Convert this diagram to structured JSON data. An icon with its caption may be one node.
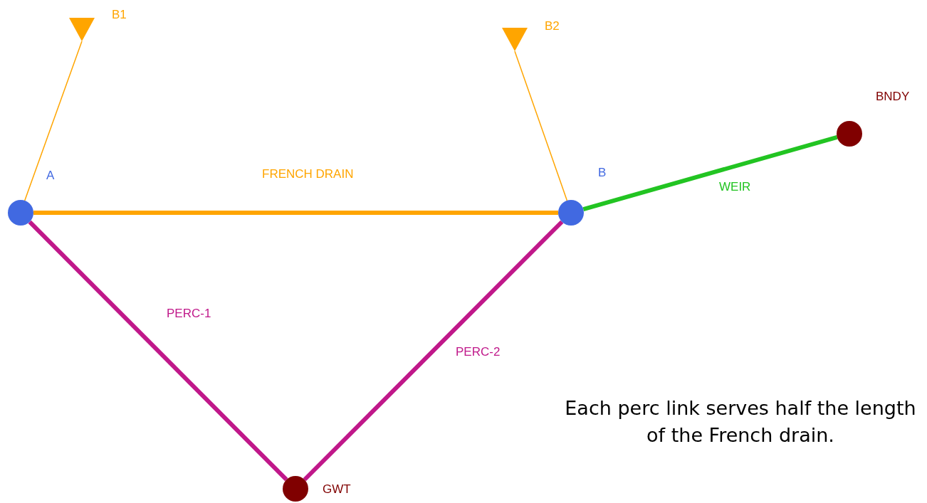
{
  "diagram": {
    "nodes": [
      {
        "text": [],
        "shape": "triangle",
        "beside": [
          "B1"
        ]
      },
      {
        "text": [],
        "shape": "triangle",
        "beside": [
          "B2"
        ]
      },
      {
        "text": [],
        "shape": "circle",
        "beside": [
          "BNDY"
        ]
      },
      {
        "text": [],
        "shape": "circle",
        "beside": [
          "A"
        ]
      },
      {
        "text": [],
        "shape": "circle",
        "beside": [
          "B"
        ]
      },
      {
        "text": [],
        "shape": "circle",
        "beside": [
          "GWT"
        ]
      }
    ],
    "edges": [
      {
        "from": 3,
        "to": 0,
        "arrow": "none",
        "color": "#ffa500"
      },
      {
        "from": 4,
        "to": 1,
        "arrow": "none",
        "color": "#ffa500"
      },
      {
        "from": 3,
        "to": 4,
        "arrow": "none",
        "label": "FRENCH DRAIN",
        "color": "#ffa500"
      },
      {
        "from": 4,
        "to": 2,
        "arrow": "none",
        "label": "WEIR",
        "color": "#22c422"
      },
      {
        "from": 3,
        "to": 5,
        "arrow": "none",
        "label": "PERC-1",
        "color": "#c0188a"
      },
      {
        "from": 4,
        "to": 5,
        "arrow": "none",
        "label": "PERC-2",
        "color": "#c0188a"
      }
    ],
    "labels": [
      "Each perc link serves half the length of the French drain."
    ]
  }
}
